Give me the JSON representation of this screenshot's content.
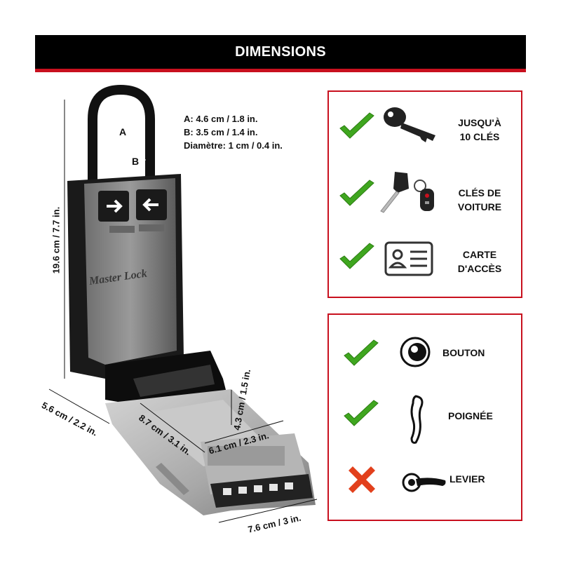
{
  "header": {
    "title": "DIMENSIONS"
  },
  "shackle_dims": {
    "a": "A: 4.6 cm / 1.8 in.",
    "b": "B: 3.5 cm / 1.4 in.",
    "diameter": "Diamètre: 1 cm / 0.4 in.",
    "label_a": "A",
    "label_b": "B"
  },
  "body_dims": {
    "height": "19.6 cm / 7.7 in.",
    "depth": "5.6 cm / 2.2 in.",
    "inner_depth": "8.7 cm / 3.1 in.",
    "inner_height": "4.3 cm / 1.5 in.",
    "inner_width": "6.1 cm / 2.3 in.",
    "width": "7.6 cm / 3 in."
  },
  "brand_mark": "Master Lock",
  "capacity_panel": {
    "items": [
      {
        "line1": "JUSQU'À",
        "line2": "10 CLÉS",
        "icon": "key-icon",
        "status": "check"
      },
      {
        "line1": "CLÉS DE",
        "line2": "VOITURE",
        "icon": "car-key-icon",
        "status": "check"
      },
      {
        "line1": "CARTE",
        "line2": "D'ACCÈS",
        "icon": "access-card-icon",
        "status": "check"
      }
    ]
  },
  "compatibility_panel": {
    "items": [
      {
        "label": "BOUTON",
        "icon": "door-knob-icon",
        "status": "check"
      },
      {
        "label": "POIGNÉE",
        "icon": "door-handle-icon",
        "status": "check"
      },
      {
        "label": "LEVIER",
        "icon": "lever-handle-icon",
        "status": "cross"
      }
    ]
  },
  "colors": {
    "accent": "#c8101e",
    "check": "#3fa61f",
    "cross": "#e2401c",
    "header_bg": "#000000"
  }
}
